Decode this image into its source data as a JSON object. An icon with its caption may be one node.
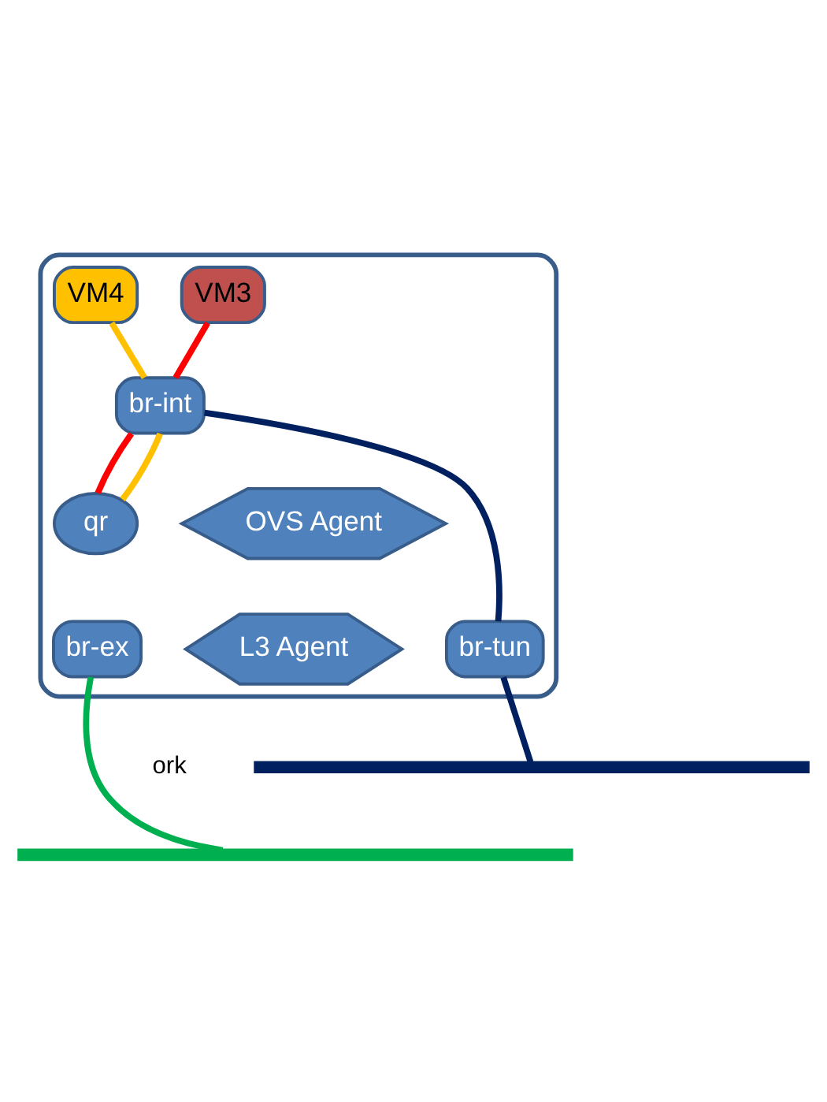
{
  "diagram": {
    "nodes": [
      {
        "text": [],
        "shape": "box"
      },
      {
        "text": [
          "VM3"
        ],
        "in": 0
      },
      {
        "text": [
          "VM4"
        ],
        "in": 0
      },
      {
        "text": [
          "br-int"
        ],
        "in": 0
      },
      {
        "text": [
          "qr"
        ],
        "in": 0
      },
      {
        "text": [
          "OVS Agent"
        ],
        "in": 0
      },
      {
        "text": [
          "L3 Agent"
        ],
        "in": 0
      },
      {
        "text": [
          "br-ex"
        ],
        "in": 0
      },
      {
        "text": [
          "br-tun"
        ],
        "in": 0
      },
      {
        "text": [],
        "shape": "bar"
      },
      {
        "text": [],
        "shape": "bar"
      }
    ],
    "edges": [
      {
        "from": 1,
        "to": 3,
        "arrow": "none",
        "color": "#ff0000"
      },
      {
        "from": 2,
        "to": 3,
        "arrow": "none",
        "color": "#ffc000"
      },
      {
        "from": 3,
        "to": 4,
        "arrow": "none",
        "color": "#ff0000"
      },
      {
        "from": 3,
        "to": 4,
        "arrow": "none",
        "color": "#ffc000"
      },
      {
        "from": 3,
        "to": 8,
        "arrow": "none",
        "color": "#002060"
      },
      {
        "from": 8,
        "to": 9,
        "arrow": "none",
        "color": "#002060"
      },
      {
        "from": 7,
        "to": 10,
        "arrow": "none",
        "color": "#00b050"
      }
    ],
    "labels": [
      "ork"
    ]
  }
}
